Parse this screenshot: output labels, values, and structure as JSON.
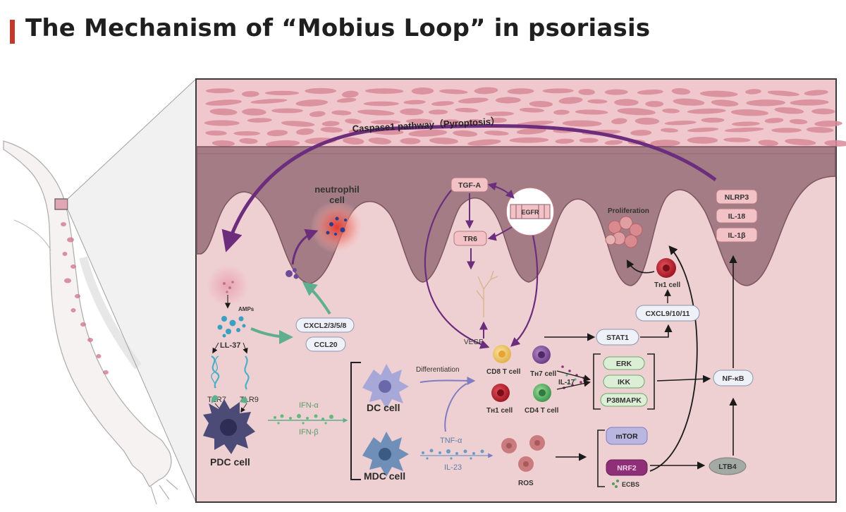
{
  "title": "The Mechanism of “Mobius Loop” in psoriasis",
  "pathway_label": "Caspase1 pathway（Pyroptosis）",
  "cells": {
    "neutrophil_line1": "neutrophil",
    "neutrophil_line2": "cell",
    "pdc": "PDC cell",
    "dc": "DC cell",
    "mdc": "MDC cell",
    "cd8": "CD8 T cell",
    "th7": "Tʜ7 cell",
    "th1_left": "Tʜ1 cell",
    "cd4": "CD4 T cell",
    "th1_top": "Tʜ1 cell"
  },
  "labels": {
    "amps": "AMPs",
    "ll37": "LL-37",
    "tlr7": "TLR7",
    "tlr9": "TLR9",
    "ifn_a": "IFN-α",
    "ifn_b": "IFN-β",
    "differentiation": "Differentiation",
    "vegf": "VEGF",
    "il17": "IL-17",
    "tnf_a": "TNF-α",
    "il23": "IL-23",
    "ros": "ROS",
    "proliferation": "Proliferation",
    "ecbs": "ECBS"
  },
  "boxes": {
    "tgfa": "TGF-A",
    "egfr": "EGFR",
    "tr6": "TR6",
    "cxcl2": "CXCL2/3/5/8",
    "ccl20": "CCL20",
    "stat1": "STAT1",
    "cxcl9": "CXCL9/10/11",
    "erk": "ERK",
    "ikk": "IKK",
    "p38": "P38MAPK",
    "nfkb": "NF-κB",
    "mtor": "mTOR",
    "nrf2": "NRF2",
    "ltb4": "LTB4",
    "nlrp3": "NLRP3",
    "il18": "IL-18",
    "il1b": "IL-1β"
  },
  "colors": {
    "accent_bar": "#c0392b",
    "skin": "#ecc6c8",
    "epidermis": "#a47c85",
    "purple_arrow": "#6b2d7c",
    "green_arrow": "#5fae8f",
    "box_fill": "#eef1f7",
    "box_pink": "#f2c2c6",
    "box_green": "#dcefd6",
    "box_purple_light": "#b9b7e0",
    "box_purple_dark": "#8e2f78",
    "box_gray": "#a3aaa3"
  }
}
